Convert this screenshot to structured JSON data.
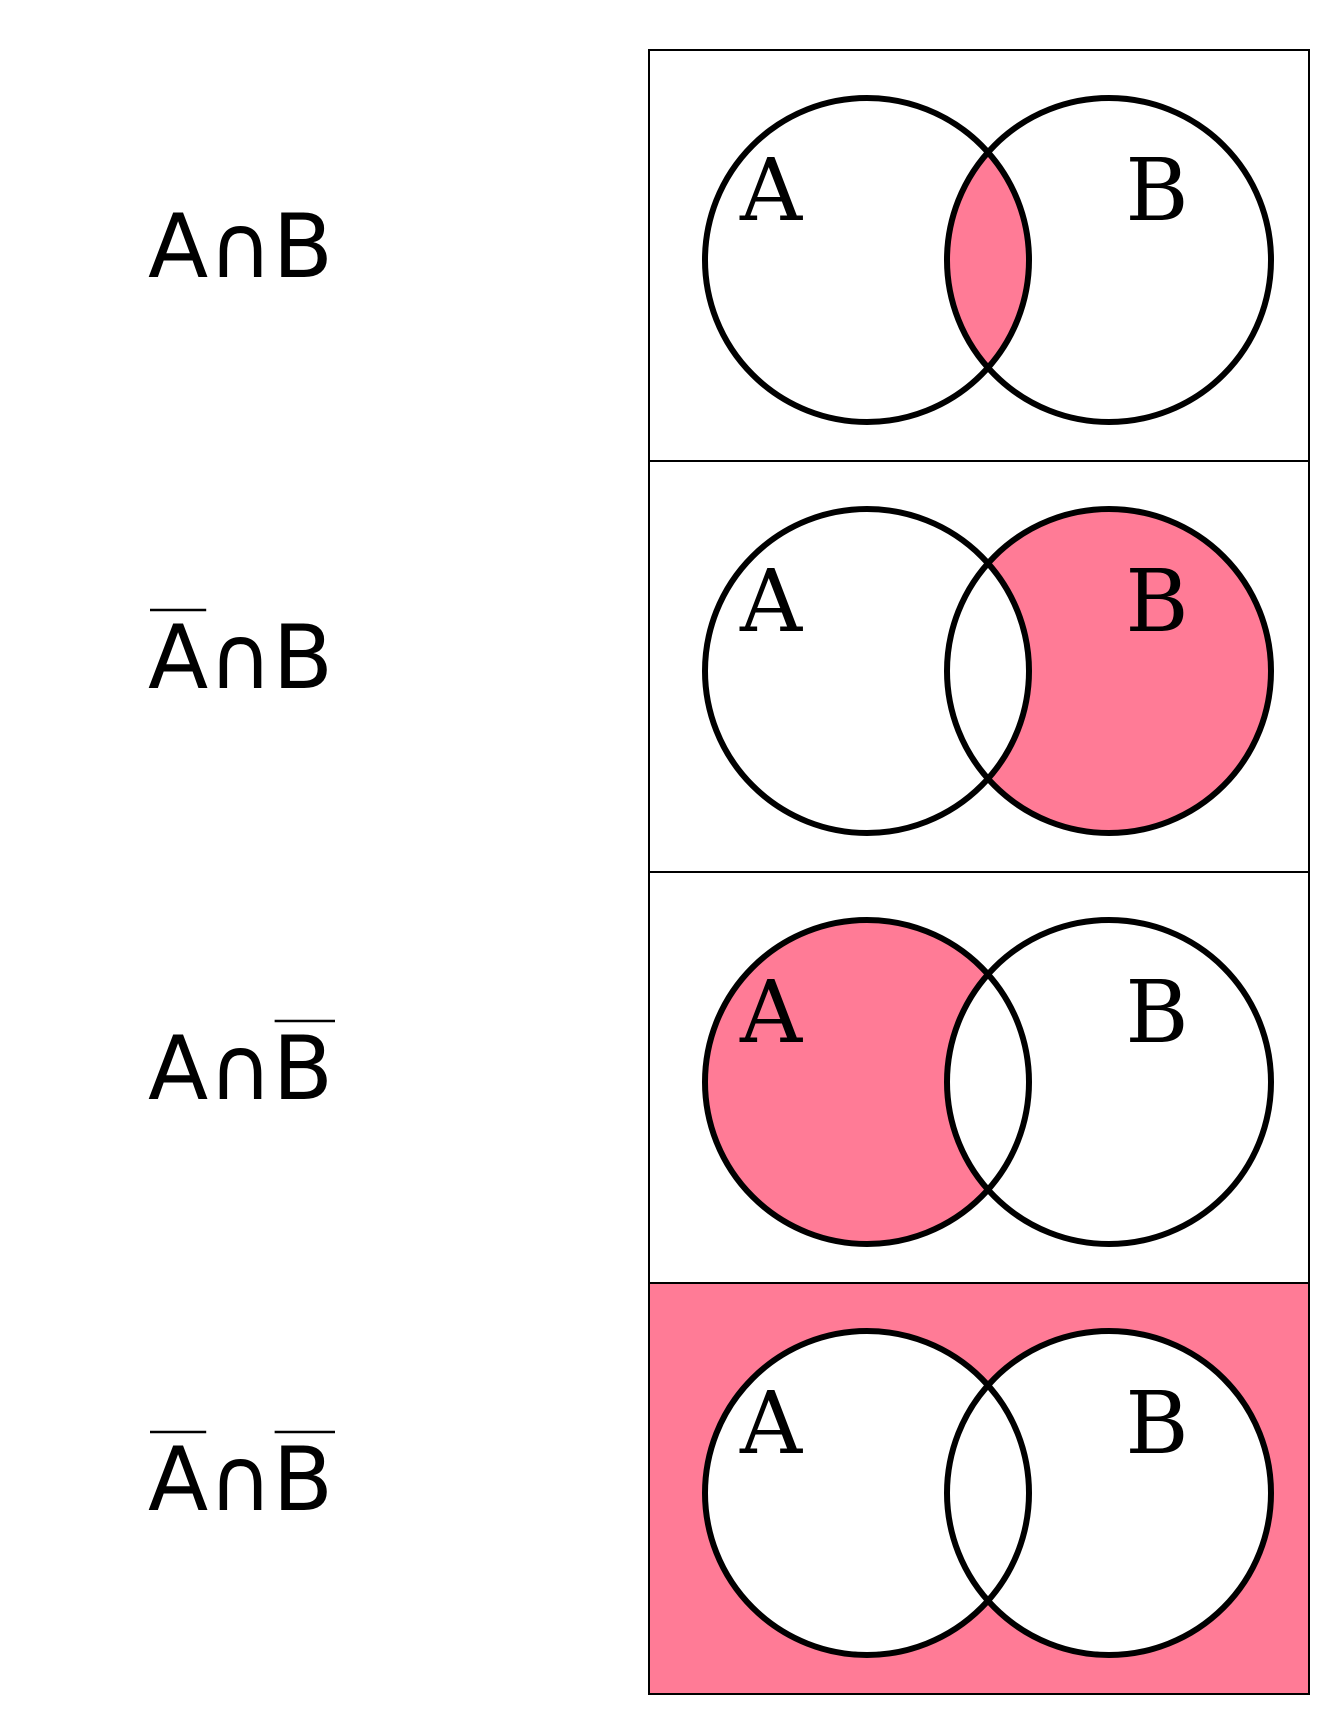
{
  "fill_color": "#FF7B96",
  "stroke_color": "#000000",
  "background_color": "#FFFFFF",
  "rows": [
    {
      "expression": {
        "left": "A",
        "operator": "∩",
        "right": "B"
      },
      "complement_left": false,
      "complement_right": false,
      "shaded_region": "A∩B",
      "labels": {
        "a": "A",
        "b": "B"
      }
    },
    {
      "expression": {
        "left": "A",
        "operator": "∩",
        "right": "B"
      },
      "complement_left": true,
      "complement_right": false,
      "shaded_region": "B only",
      "labels": {
        "a": "A",
        "b": "B"
      }
    },
    {
      "expression": {
        "left": "A",
        "operator": "∩",
        "right": "B"
      },
      "complement_left": false,
      "complement_right": true,
      "shaded_region": "A only",
      "labels": {
        "a": "A",
        "b": "B"
      }
    },
    {
      "expression": {
        "left": "A",
        "operator": "∩",
        "right": "B"
      },
      "complement_left": true,
      "complement_right": true,
      "shaded_region": "outside A and B",
      "labels": {
        "a": "A",
        "b": "B"
      }
    }
  ]
}
